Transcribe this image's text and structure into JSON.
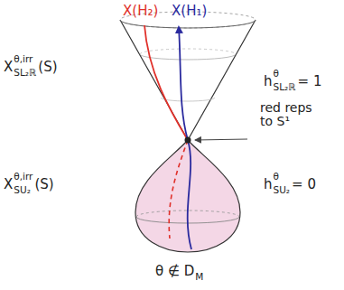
{
  "diagram": {
    "labels": [
      "X(H₂)",
      "X(H₁)",
      "X",
      "θ,irr",
      "SL₂ℝ",
      "(S)",
      "h",
      "θ",
      "SL₂ℝ",
      "= 1",
      "red reps to S¹",
      "X",
      "θ,irr",
      "SU₂",
      "(S)",
      "h",
      "θ",
      "SU₂",
      "= 0",
      "θ ∉ D",
      "M"
    ]
  }
}
